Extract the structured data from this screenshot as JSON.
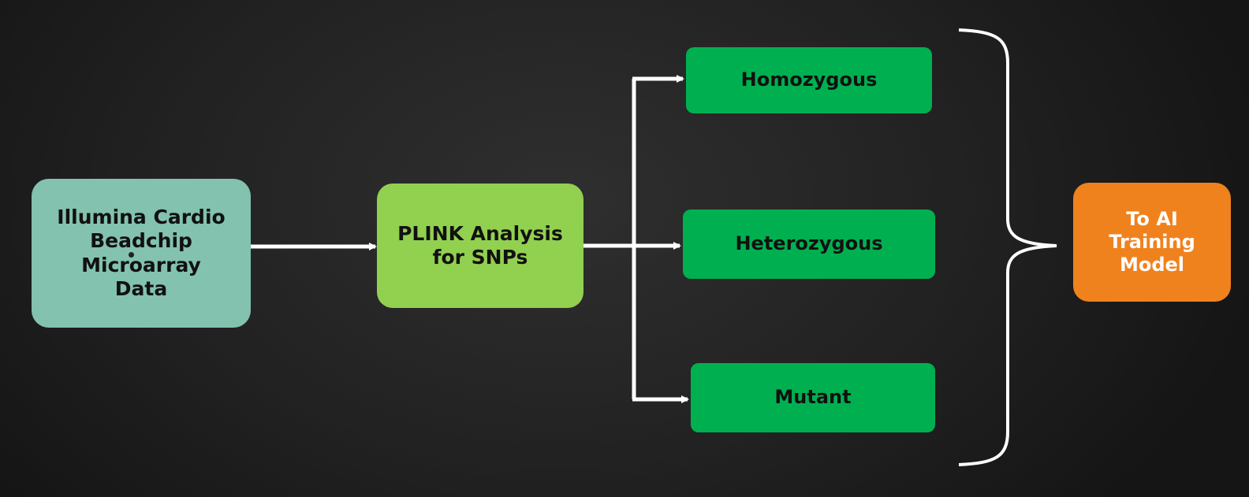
{
  "diagram": {
    "nodes": [
      {
        "id": "source",
        "label": "Illumina Cardio\nBeadchip\nMicroarray\nData",
        "color": "#82c2ae"
      },
      {
        "id": "plink",
        "label": "PLINK Analysis\nfor SNPs",
        "color": "#92d050"
      },
      {
        "id": "homozygous",
        "label": "Homozygous",
        "color": "#00b050"
      },
      {
        "id": "heterozygous",
        "label": "Heterozygous",
        "color": "#00b050"
      },
      {
        "id": "mutant",
        "label": "Mutant",
        "color": "#00b050"
      },
      {
        "id": "ai_model",
        "label": "To AI\nTraining\nModel",
        "color": "#f0821e"
      }
    ],
    "edges": [
      {
        "from": "source",
        "to": "plink"
      },
      {
        "from": "plink",
        "to": "homozygous"
      },
      {
        "from": "plink",
        "to": "heterozygous"
      },
      {
        "from": "plink",
        "to": "mutant"
      },
      {
        "from": "homozygous",
        "to": "ai_model"
      },
      {
        "from": "heterozygous",
        "to": "ai_model"
      },
      {
        "from": "mutant",
        "to": "ai_model"
      }
    ],
    "connector_color": "#ffffff"
  }
}
